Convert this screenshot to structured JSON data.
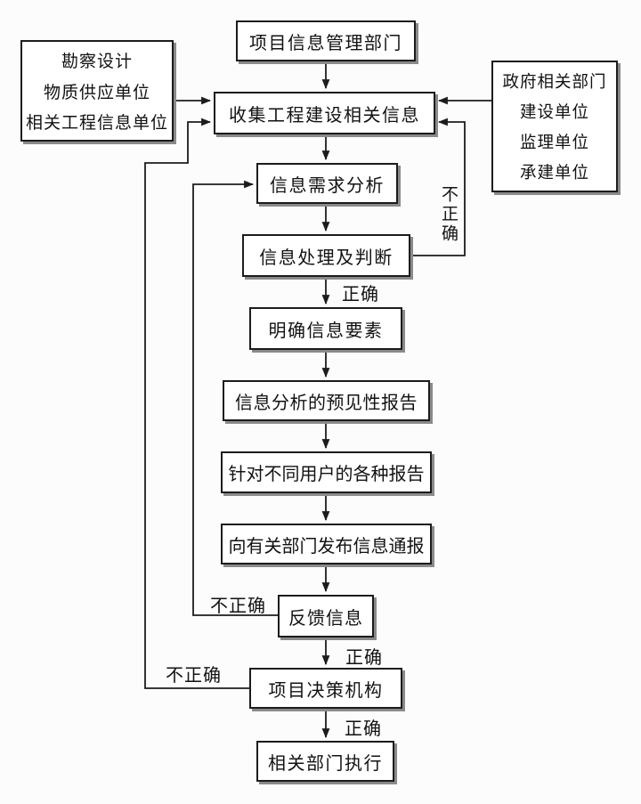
{
  "diagram": {
    "colors": {
      "background": "#fcfcfc",
      "line": "#1c1c1c",
      "box_fill": "#ffffff",
      "box_border": "#1c1c1c",
      "box_shadow": "#8a8a8a",
      "text": "#121212"
    },
    "nodes": {
      "project_info_dept": "项目信息管理部门",
      "left_sources": [
        "勘察设计",
        "物质供应单位",
        "相关工程信息单位"
      ],
      "right_sources": [
        "政府相关部门",
        "建设单位",
        "监理单位",
        "承建单位"
      ],
      "collect": "收集工程建设相关信息",
      "demand_analysis": "信息需求分析",
      "processing": "信息处理及判断",
      "clarify_elements": "明确信息要素",
      "predictive_report": "信息分析的预见性报告",
      "user_reports": "针对不同用户的各种报告",
      "notify": "向有关部门发布信息通报",
      "feedback": "反馈信息",
      "decision_body": "项目决策机构",
      "execute": "相关部门执行"
    },
    "edge_labels": {
      "processing_correct": "正确",
      "processing_incorrect": "不正确",
      "feedback_incorrect": "不正确",
      "feedback_correct": "正确",
      "decision_incorrect": "不正确",
      "decision_correct": "正确"
    }
  }
}
